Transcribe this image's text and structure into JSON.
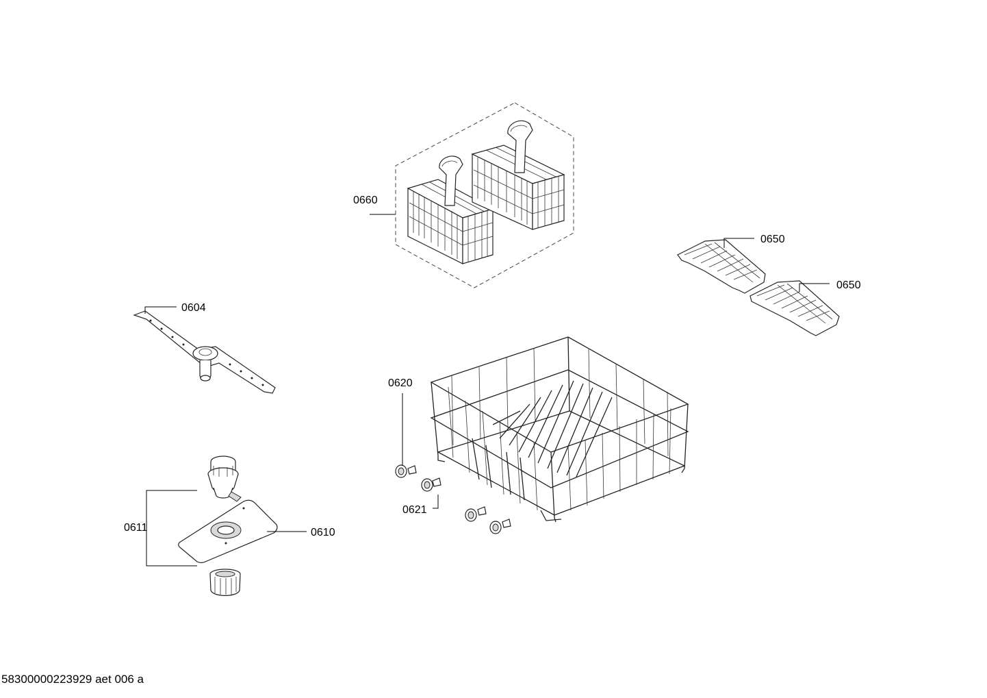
{
  "diagram": {
    "labels": {
      "basket": "0660",
      "rack_insert_top": "0650",
      "rack_insert_bottom": "0650",
      "spray_arm": "0604",
      "lower_rack": "0620",
      "wheel": "0621",
      "valve": "0611",
      "plate": "0610"
    },
    "footer": "58300000223929 aet 006 a"
  }
}
